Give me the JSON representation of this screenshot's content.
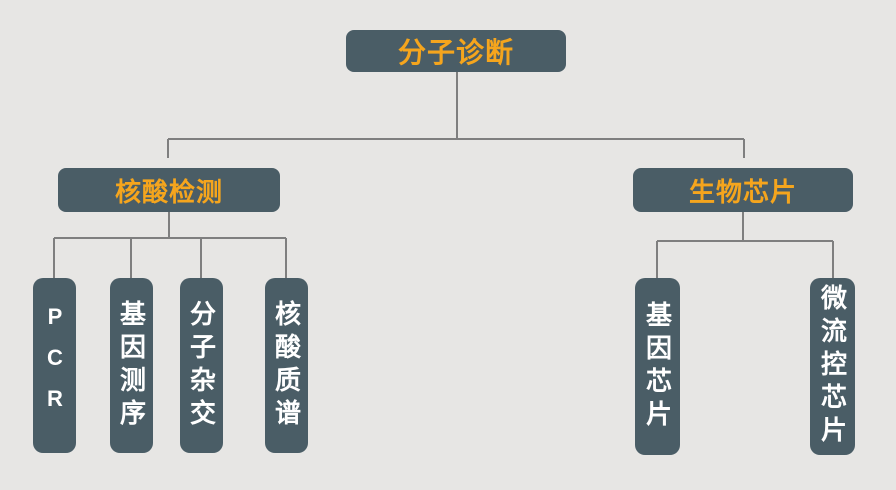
{
  "diagram": {
    "type": "tree",
    "root": {
      "label": "分子诊断"
    },
    "branches": [
      {
        "label": "核酸检测",
        "children": [
          "PCR",
          "基因测序",
          "分子杂交",
          "核酸质谱"
        ]
      },
      {
        "label": "生物芯片",
        "children": [
          "基因芯片",
          "微流控芯片"
        ]
      }
    ]
  },
  "colors": {
    "background": "#e7e6e4",
    "node_fill": "#4a5d66",
    "heading_text": "#f5a51d",
    "leaf_text": "#ffffff",
    "connector_line": "#7f7f7f"
  }
}
